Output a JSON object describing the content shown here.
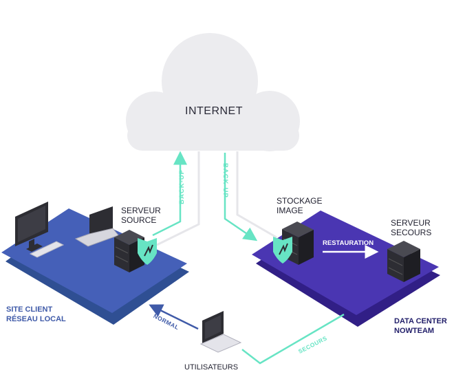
{
  "cloud": {
    "label": "INTERNET"
  },
  "labels": {
    "serveur_source_1": "SERVEUR",
    "serveur_source_2": "SOURCE",
    "stockage_1": "STOCKAGE",
    "stockage_2": "IMAGE",
    "secours_1": "SERVEUR",
    "secours_2": "SECOURS",
    "site_1": "SITE CLIENT",
    "site_2": "RÉSEAU LOCAL",
    "dc_1": "DATA CENTER",
    "dc_2": "NOWTEAM",
    "users": "UTILISATEURS"
  },
  "arrows": {
    "backup_left": "BACK-UP",
    "backup_right": "BACK-UP",
    "restauration": "RESTAURATION",
    "normal": "NORMAL",
    "secours": "SECOURS"
  },
  "colors": {
    "client_platform": "#4560b8",
    "datacenter_platform": "#4a36b2",
    "accent": "#67e4c4",
    "cloud": "#ededf0",
    "server": "#2d2d33"
  }
}
